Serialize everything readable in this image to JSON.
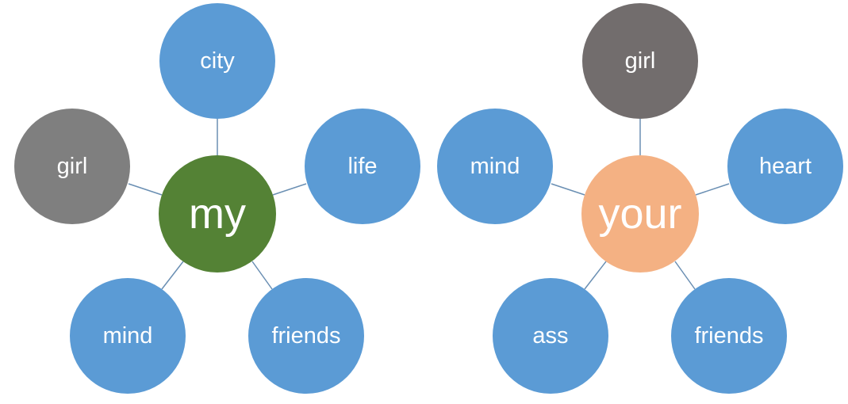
{
  "colors": {
    "leaf_blue": "#5b9bd5",
    "leaf_gray": "#7f7f7f",
    "leaf_darkgray": "#726d6d",
    "center_green": "#548235",
    "center_peach": "#f4b183",
    "line": "#6a8fb3"
  },
  "diagrams": [
    {
      "center": {
        "label": "my",
        "color_key": "center_green"
      },
      "leaves": [
        {
          "label": "city",
          "color_key": "leaf_blue"
        },
        {
          "label": "life",
          "color_key": "leaf_blue"
        },
        {
          "label": "friends",
          "color_key": "leaf_blue"
        },
        {
          "label": "mind",
          "color_key": "leaf_blue"
        },
        {
          "label": "girl",
          "color_key": "leaf_gray"
        }
      ]
    },
    {
      "center": {
        "label": "your",
        "color_key": "center_peach"
      },
      "leaves": [
        {
          "label": "girl",
          "color_key": "leaf_darkgray"
        },
        {
          "label": "heart",
          "color_key": "leaf_blue"
        },
        {
          "label": "friends",
          "color_key": "leaf_blue"
        },
        {
          "label": "ass",
          "color_key": "leaf_blue"
        },
        {
          "label": "mind",
          "color_key": "leaf_blue"
        }
      ]
    }
  ]
}
